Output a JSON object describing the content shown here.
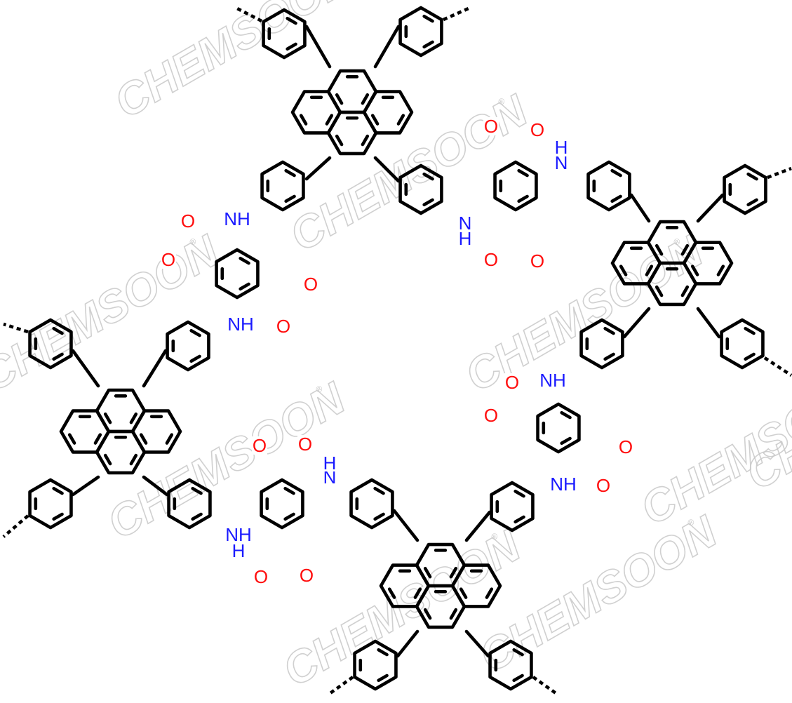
{
  "watermark": {
    "text": "CHEMSOON",
    "mark": "®",
    "color": "#c8c8c8"
  },
  "colors": {
    "bond": "#000000",
    "nitrogen": "#1a1aff",
    "oxygen": "#ff0d0d"
  },
  "atoms": {
    "amine": "NH",
    "amine_h": "H",
    "amine_n": "N",
    "oxygen": "O"
  }
}
